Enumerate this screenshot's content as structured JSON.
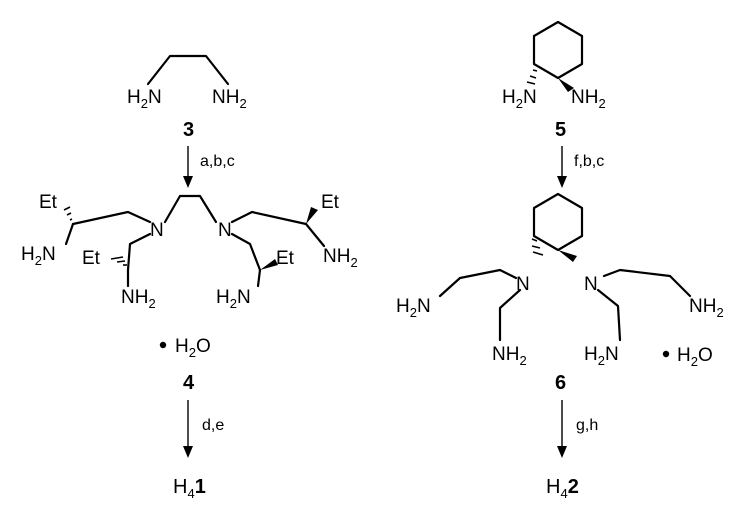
{
  "left": {
    "start": {
      "n1": "H2N",
      "n2": "NH2",
      "number": "3"
    },
    "step1_conditions": "a,b,c",
    "product": {
      "n_left": "N",
      "n_right": "N",
      "groups": [
        "Et",
        "H2N",
        "Et",
        "NH2",
        "NH2",
        "Et",
        "H2N",
        "Et"
      ],
      "hydrate": "H2O",
      "number": "4"
    },
    "step2_conditions": "d,e",
    "final": {
      "prefix": "H4",
      "number": "1"
    }
  },
  "right": {
    "start": {
      "n1": "H2N",
      "n2": "NH2",
      "number": "5"
    },
    "step1_conditions": "f,b,c",
    "product": {
      "n_left": "N",
      "n_right": "N",
      "groups": [
        "H2N",
        "NH2",
        "H2N",
        "NH2"
      ],
      "hydrate": "H2O",
      "number": "6"
    },
    "step2_conditions": "g,h",
    "final": {
      "prefix": "H4",
      "number": "2"
    }
  }
}
